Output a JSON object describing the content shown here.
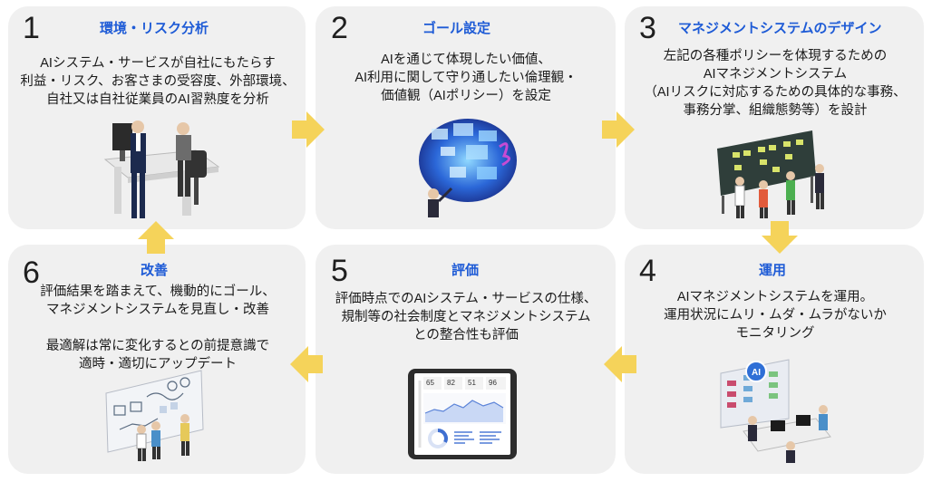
{
  "steps": [
    {
      "number": "1",
      "title": "環境・リスク分析",
      "body": "AIシステム・サービスが自社にもたらす\n利益・リスク、お客さまの受容度、外部環境、\n自社又は自社従業員のAI習熟度を分析",
      "icon": "office-meeting-illustration"
    },
    {
      "number": "2",
      "title": "ゴール設定",
      "body": "AIを通じて体現したい価値、\nAI利用に関して守り通したい倫理観・\n価値観（AIポリシー）を設定",
      "icon": "digital-vision-illustration"
    },
    {
      "number": "3",
      "title": "マネジメントシステムのデザイン",
      "body": "左記の各種ポリシーを体現するための\nAIマネジメントシステム\n（AIリスクに対応するための具体的な事務、\n事務分掌、組織態勢等）を設計",
      "icon": "whiteboard-planning-illustration"
    },
    {
      "number": "4",
      "title": "運用",
      "body": "AIマネジメントシステムを運用。\n運用状況にムリ・ムダ・ムラがないか\nモニタリング",
      "icon": "operations-room-illustration"
    },
    {
      "number": "5",
      "title": "評価",
      "body": "評価時点でのAIシステム・サービスの仕様、\n規制等の社会制度とマネジメントシステム\nとの整合性も評価",
      "icon": "dashboard-tablet-illustration",
      "dashboard_values": [
        "65",
        "82",
        "51",
        "96"
      ]
    },
    {
      "number": "6",
      "title": "改善",
      "body": "評価結果を踏まえて、機動的にゴール、\nマネジメントシステムを見直し・改善\n\n最適解は常に変化するとの前提意識で\n適時・適切にアップデート",
      "icon": "improvement-board-illustration"
    }
  ],
  "colors": {
    "card": "#f0f0f0",
    "title": "#1e5bd6",
    "arrow": "#f5d35a",
    "text": "#1a1a1a"
  },
  "operations_badge": "AI"
}
